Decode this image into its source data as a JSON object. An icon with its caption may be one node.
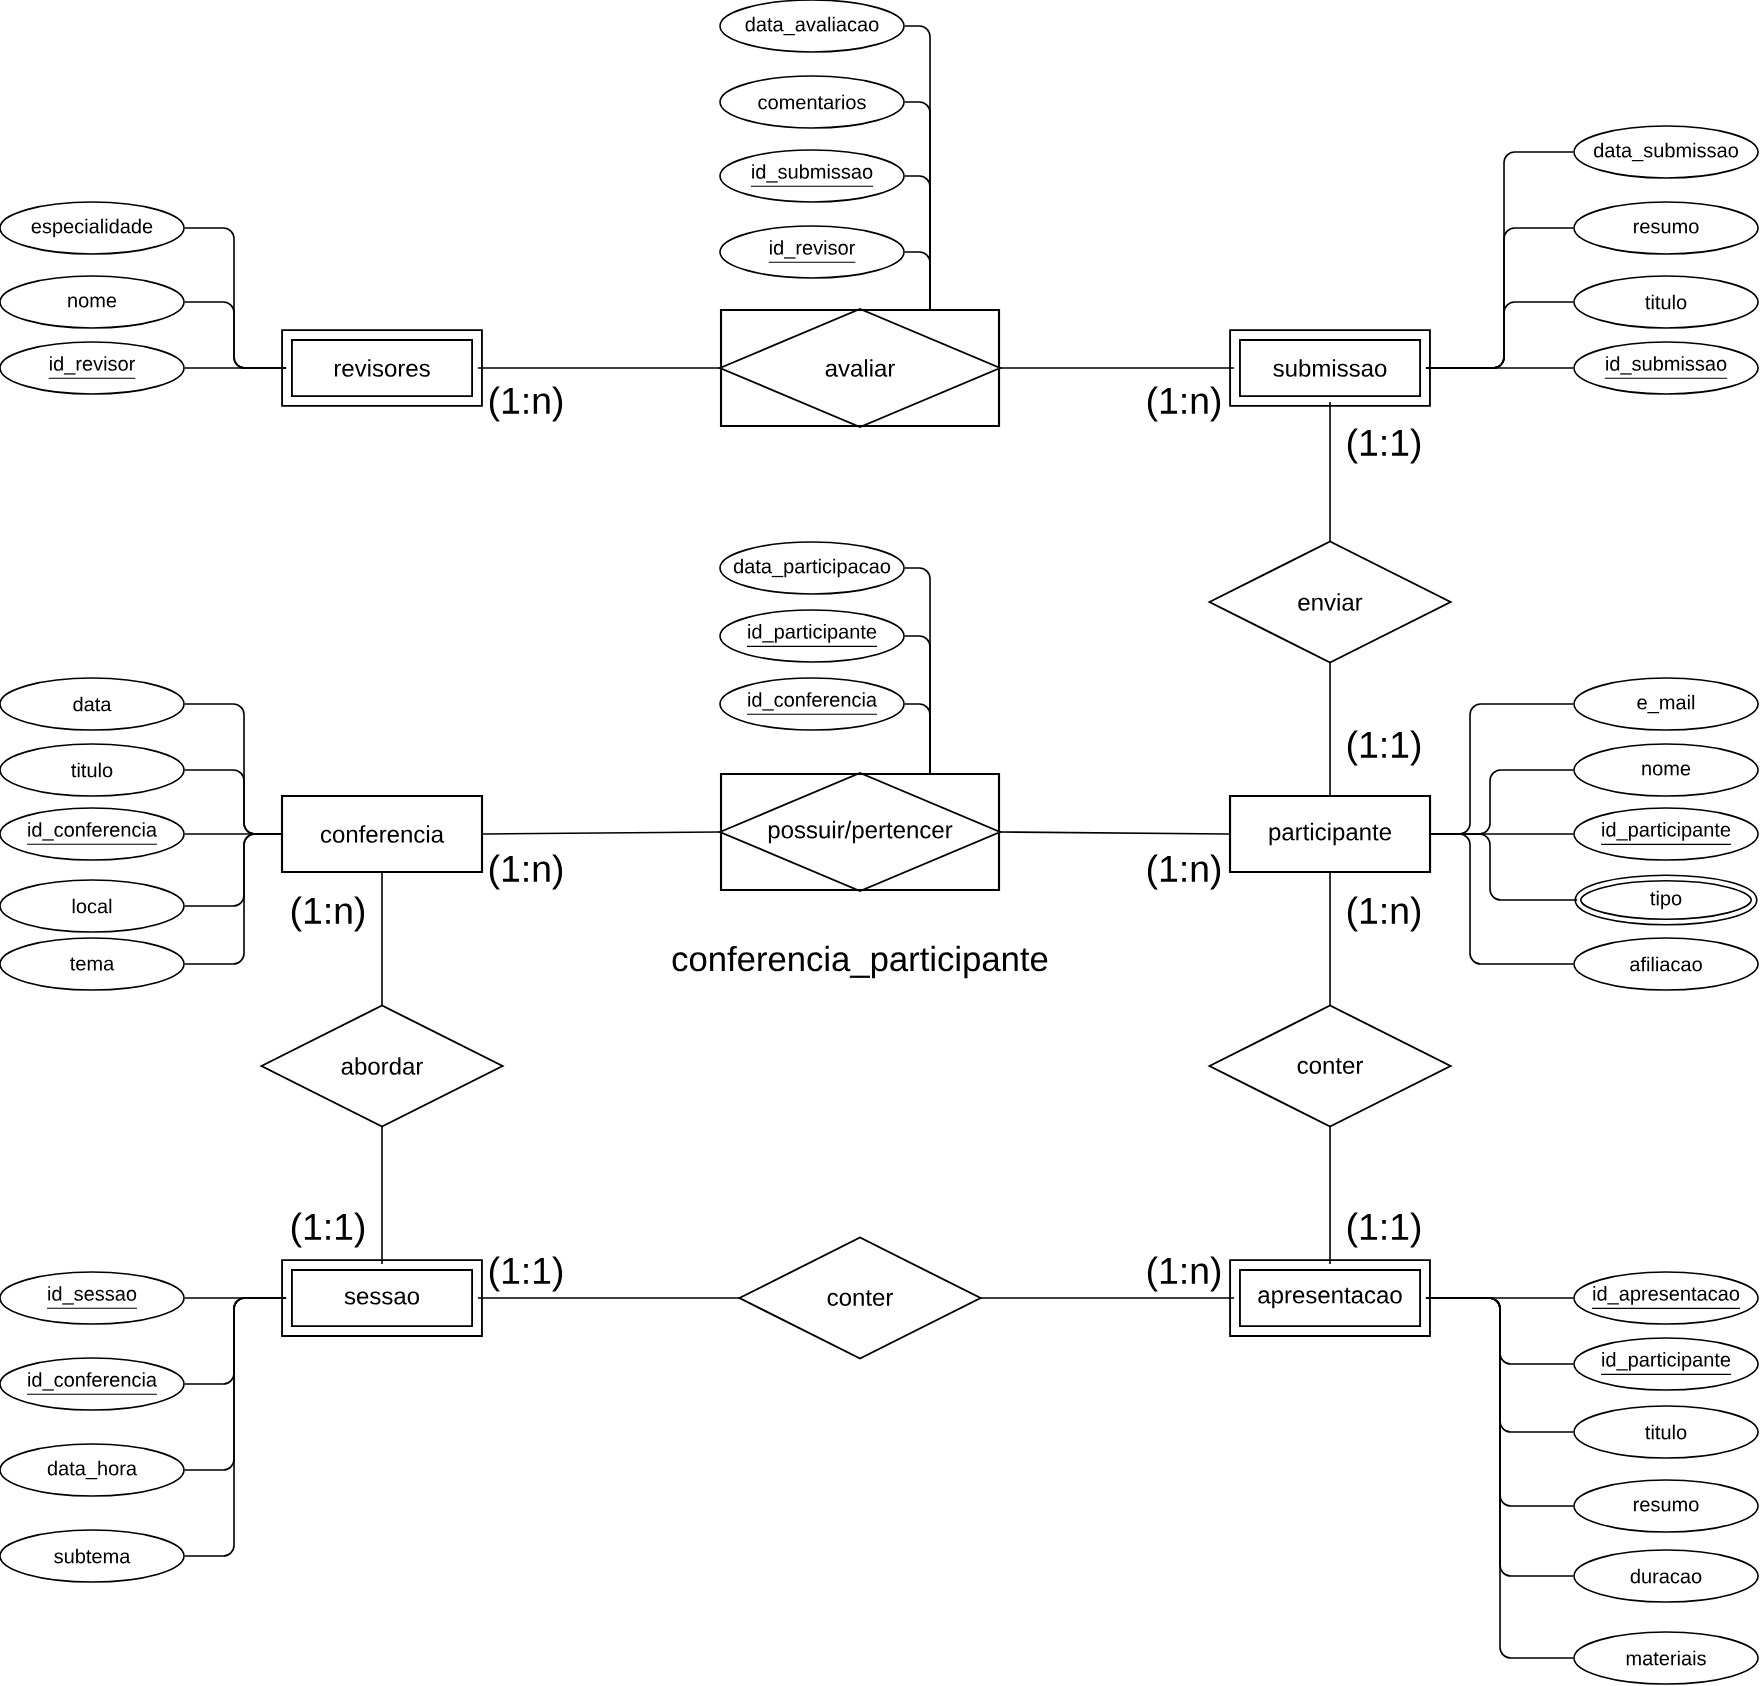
{
  "diagram": {
    "nodes": [
      {
        "text": [
          "data_avaliacao"
        ]
      },
      {
        "text": [
          "comentarios"
        ]
      },
      {
        "text": [
          "id_submissao"
        ]
      },
      {
        "text": [
          "id_revisor"
        ]
      },
      {
        "text": [
          "especialidade"
        ]
      },
      {
        "text": [
          "nome"
        ]
      },
      {
        "text": [
          "id_revisor"
        ]
      },
      {
        "text": [
          "revisores"
        ]
      },
      {
        "text": [
          "avaliar"
        ]
      },
      {
        "text": [
          "submissao"
        ]
      },
      {
        "text": [
          "data_submissao"
        ]
      },
      {
        "text": [
          "resumo"
        ]
      },
      {
        "text": [
          "titulo"
        ]
      },
      {
        "text": [
          "id_submissao"
        ]
      },
      {
        "text": [
          "enviar"
        ]
      },
      {
        "text": [
          "data_participacao"
        ]
      },
      {
        "text": [
          "id_participante"
        ]
      },
      {
        "text": [
          "id_conferencia"
        ]
      },
      {
        "text": [
          "data"
        ]
      },
      {
        "text": [
          "titulo"
        ]
      },
      {
        "text": [
          "id_conferencia"
        ]
      },
      {
        "text": [
          "local"
        ]
      },
      {
        "text": [
          "tema"
        ]
      },
      {
        "text": [
          "conferencia"
        ]
      },
      {
        "text": [
          "possuir/pertencer"
        ]
      },
      {
        "text": [
          "participante"
        ]
      },
      {
        "text": [
          "e_mail"
        ]
      },
      {
        "text": [
          "nome"
        ]
      },
      {
        "text": [
          "id_participante"
        ]
      },
      {
        "text": [
          "tipo"
        ]
      },
      {
        "text": [
          "afiliacao"
        ]
      },
      {
        "text": [
          "abordar"
        ]
      },
      {
        "text": [
          "conter"
        ]
      },
      {
        "text": [
          "id_sessao"
        ]
      },
      {
        "text": [
          "id_conferencia"
        ]
      },
      {
        "text": [
          "data_hora"
        ]
      },
      {
        "text": [
          "subtema"
        ]
      },
      {
        "text": [
          "sessao"
        ]
      },
      {
        "text": [
          "conter"
        ]
      },
      {
        "text": [
          "apresentacao"
        ]
      },
      {
        "text": [
          "id_apresentacao"
        ]
      },
      {
        "text": [
          "id_participante"
        ]
      },
      {
        "text": [
          "titulo"
        ]
      },
      {
        "text": [
          "resumo"
        ]
      },
      {
        "text": [
          "duracao"
        ]
      },
      {
        "text": [
          "materiais"
        ]
      }
    ],
    "edges": [
      {
        "from": 7,
        "to": 8,
        "arrow": "none",
        "label": "(1:n)"
      },
      {
        "from": 9,
        "to": 8,
        "arrow": "none",
        "label": "(1:n)"
      },
      {
        "from": 9,
        "to": 14,
        "arrow": "none",
        "label": "(1:1)"
      },
      {
        "from": 25,
        "to": 14,
        "arrow": "none",
        "label": "(1:1)"
      },
      {
        "from": 23,
        "to": 24,
        "arrow": "none",
        "label": "(1:n)"
      },
      {
        "from": 25,
        "to": 24,
        "arrow": "none",
        "label": "(1:n)"
      },
      {
        "from": 23,
        "to": 31,
        "arrow": "none",
        "label": "(1:n)"
      },
      {
        "from": 37,
        "to": 31,
        "arrow": "none",
        "label": "(1:1)"
      },
      {
        "from": 25,
        "to": 32,
        "arrow": "none",
        "label": "(1:n)"
      },
      {
        "from": 39,
        "to": 32,
        "arrow": "none",
        "label": "(1:1)"
      },
      {
        "from": 37,
        "to": 38,
        "arrow": "none",
        "label": "(1:1)"
      },
      {
        "from": 39,
        "to": 38,
        "arrow": "none",
        "label": "(1:n)"
      },
      {
        "from": 0,
        "to": 8,
        "arrow": "none"
      },
      {
        "from": 1,
        "to": 8,
        "arrow": "none"
      },
      {
        "from": 2,
        "to": 8,
        "arrow": "none"
      },
      {
        "from": 3,
        "to": 8,
        "arrow": "none"
      },
      {
        "from": 4,
        "to": 7,
        "arrow": "none"
      },
      {
        "from": 5,
        "to": 7,
        "arrow": "none"
      },
      {
        "from": 6,
        "to": 7,
        "arrow": "none"
      },
      {
        "from": 10,
        "to": 9,
        "arrow": "none"
      },
      {
        "from": 11,
        "to": 9,
        "arrow": "none"
      },
      {
        "from": 12,
        "to": 9,
        "arrow": "none"
      },
      {
        "from": 13,
        "to": 9,
        "arrow": "none"
      },
      {
        "from": 15,
        "to": 24,
        "arrow": "none"
      },
      {
        "from": 16,
        "to": 24,
        "arrow": "none"
      },
      {
        "from": 17,
        "to": 24,
        "arrow": "none"
      },
      {
        "from": 18,
        "to": 23,
        "arrow": "none"
      },
      {
        "from": 19,
        "to": 23,
        "arrow": "none"
      },
      {
        "from": 20,
        "to": 23,
        "arrow": "none"
      },
      {
        "from": 21,
        "to": 23,
        "arrow": "none"
      },
      {
        "from": 22,
        "to": 23,
        "arrow": "none"
      },
      {
        "from": 26,
        "to": 25,
        "arrow": "none"
      },
      {
        "from": 27,
        "to": 25,
        "arrow": "none"
      },
      {
        "from": 28,
        "to": 25,
        "arrow": "none"
      },
      {
        "from": 29,
        "to": 25,
        "arrow": "none"
      },
      {
        "from": 30,
        "to": 25,
        "arrow": "none"
      },
      {
        "from": 33,
        "to": 37,
        "arrow": "none"
      },
      {
        "from": 34,
        "to": 37,
        "arrow": "none"
      },
      {
        "from": 35,
        "to": 37,
        "arrow": "none"
      },
      {
        "from": 36,
        "to": 37,
        "arrow": "none"
      },
      {
        "from": 40,
        "to": 39,
        "arrow": "none"
      },
      {
        "from": 41,
        "to": 39,
        "arrow": "none"
      },
      {
        "from": 42,
        "to": 39,
        "arrow": "none"
      },
      {
        "from": 43,
        "to": 39,
        "arrow": "none"
      },
      {
        "from": 44,
        "to": 39,
        "arrow": "none"
      },
      {
        "from": 45,
        "to": 39,
        "arrow": "none"
      }
    ],
    "labels": [
      "conferencia_participante"
    ]
  }
}
